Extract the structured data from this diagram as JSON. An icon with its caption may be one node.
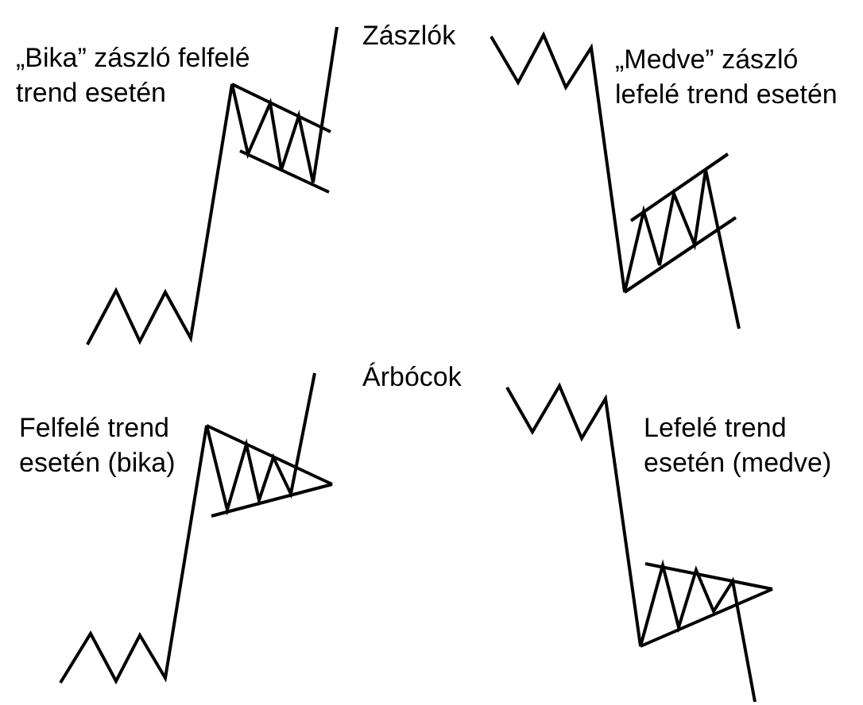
{
  "diagram": {
    "labels": [
      "Zászlók",
      "„Bika” zászló felfelé trend esetén",
      "„Medve” zászló lefelé trend esetén",
      "Árbócok",
      "Felfelé trend esetén (bika)",
      "Lefelé trend esetén (medve)"
    ]
  }
}
